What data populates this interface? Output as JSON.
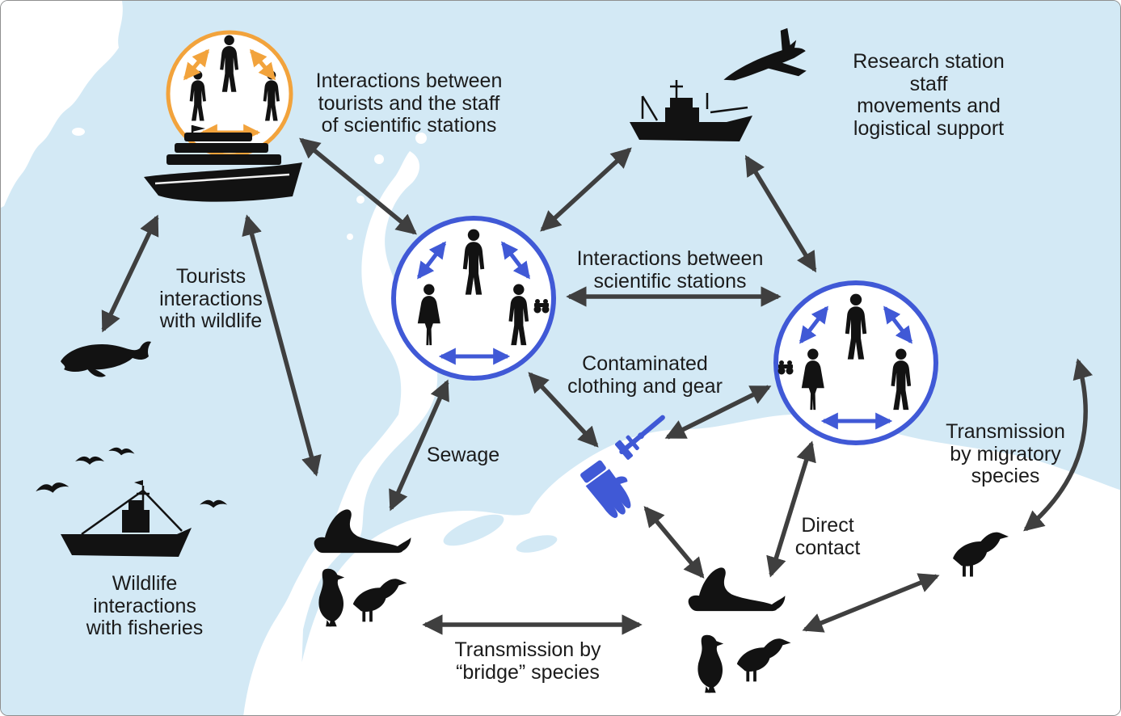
{
  "labels": {
    "tourists_staff": "Interactions between\ntourists and the staff\nof scientific stations",
    "research_staff": "Research station staff\nmovements and\nlogistical support",
    "stations": "Interactions between\nscientific stations",
    "tourists_wildlife": "Tourists\ninteractions\nwith wildlife",
    "wildlife_fisheries": "Wildlife\ninteractions\nwith fisheries",
    "sewage": "Sewage",
    "contaminated": "Contaminated\nclothing and gear",
    "direct_contact": "Direct\ncontact",
    "migratory": "Transmission\nby migratory\nspecies",
    "bridge": "Transmission by\n“bridge” species"
  },
  "icons": [
    "cruise-ship-icon",
    "research-vessel-icon",
    "fishing-vessel-icon",
    "airplane-icon",
    "whale-icon",
    "flying-birds-icon",
    "seal-icon",
    "penguin-icon",
    "gull-icon",
    "person-icon",
    "binoculars-icon",
    "glove-icon",
    "caliper-icon",
    "tourist-staff-interaction-circle",
    "central-station-circle",
    "eastern-station-circle",
    "double-headed-arrow"
  ],
  "nodes": [
    {
      "id": "cruise-ship",
      "kind": "ship"
    },
    {
      "id": "tourist-staff-circle",
      "kind": "interaction-circle",
      "accent": "orange"
    },
    {
      "id": "research-vessel",
      "kind": "ship"
    },
    {
      "id": "airplane",
      "kind": "aircraft"
    },
    {
      "id": "central-station-circle",
      "kind": "interaction-circle",
      "accent": "blue"
    },
    {
      "id": "eastern-station-circle",
      "kind": "interaction-circle",
      "accent": "blue"
    },
    {
      "id": "whale",
      "kind": "wildlife"
    },
    {
      "id": "flying-birds",
      "kind": "wildlife"
    },
    {
      "id": "fishing-vessel",
      "kind": "ship"
    },
    {
      "id": "west-bridge-species",
      "kind": "wildlife-group"
    },
    {
      "id": "south-bridge-species",
      "kind": "wildlife-group"
    },
    {
      "id": "migratory-gull",
      "kind": "wildlife"
    },
    {
      "id": "contaminated-gear",
      "kind": "equipment"
    }
  ],
  "connections": [
    {
      "from": "cruise-ship",
      "to": "central-station-circle"
    },
    {
      "from": "research-vessel",
      "to": "central-station-circle"
    },
    {
      "from": "research-vessel",
      "to": "eastern-station-circle"
    },
    {
      "from": "central-station-circle",
      "to": "eastern-station-circle",
      "label": "stations"
    },
    {
      "from": "cruise-ship",
      "to": "whale",
      "label": "tourists_wildlife"
    },
    {
      "from": "cruise-ship",
      "to": "west-bridge-species",
      "label": "tourists_wildlife"
    },
    {
      "from": "central-station-circle",
      "to": "west-bridge-species",
      "label": "sewage"
    },
    {
      "from": "central-station-circle",
      "to": "contaminated-gear",
      "label": "contaminated"
    },
    {
      "from": "eastern-station-circle",
      "to": "contaminated-gear",
      "label": "contaminated"
    },
    {
      "from": "contaminated-gear",
      "to": "south-bridge-species"
    },
    {
      "from": "eastern-station-circle",
      "to": "south-bridge-species",
      "label": "direct_contact"
    },
    {
      "from": "south-bridge-species",
      "to": "migratory-gull"
    },
    {
      "from": "west-bridge-species",
      "to": "south-bridge-species",
      "label": "bridge"
    },
    {
      "from": "migratory-gull",
      "to": "open-ocean",
      "label": "migratory"
    }
  ],
  "colors": {
    "background": "#d3e9f5",
    "land": "#ffffff",
    "silhouette": "#121212",
    "arrow": "#3f3f3f",
    "orange_accent": "#f2a33c",
    "blue_accent": "#4059d6",
    "text": "#1b1b1b"
  }
}
